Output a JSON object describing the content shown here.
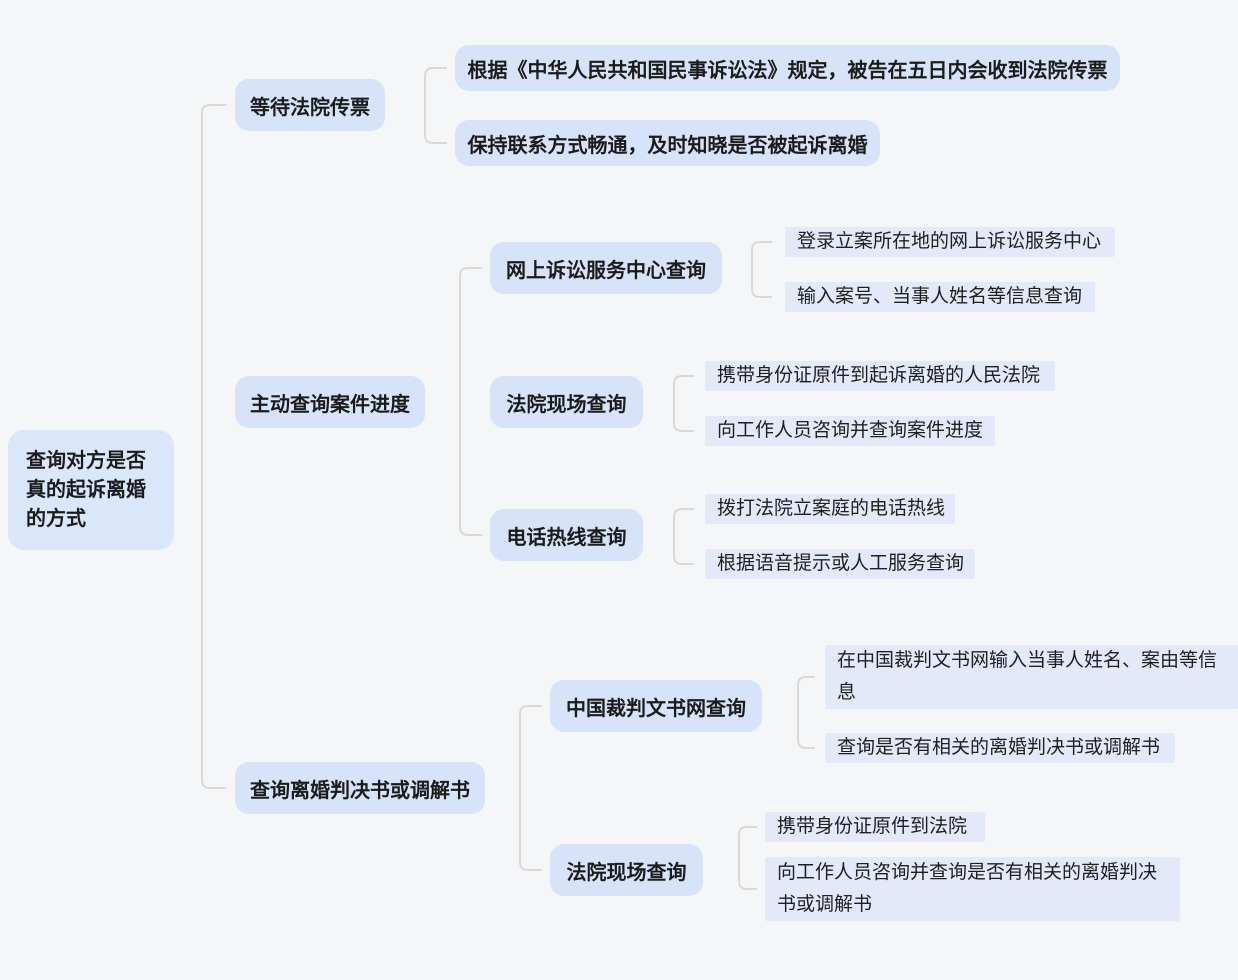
{
  "colors": {
    "canvas_bg": "#f5f6f8",
    "node_fill": "#d6e3f8",
    "root_fill": "#dae6f9",
    "leaf_fill": "#e3e9f9",
    "connector": "#d9d9d9",
    "text": "#1b1b1b"
  },
  "mindmap": {
    "root": {
      "label": "查询对方是否真的起诉离婚的方式"
    },
    "branches": [
      {
        "label": "等待法院传票",
        "children": [
          {
            "label": "根据《中华人民共和国民事诉讼法》规定，被告在五日内会收到法院传票",
            "children": []
          },
          {
            "label": "保持联系方式畅通，及时知晓是否被起诉离婚",
            "children": []
          }
        ]
      },
      {
        "label": "主动查询案件进度",
        "children": [
          {
            "label": "网上诉讼服务中心查询",
            "children": [
              {
                "label": "登录立案所在地的网上诉讼服务中心"
              },
              {
                "label": "输入案号、当事人姓名等信息查询"
              }
            ]
          },
          {
            "label": "法院现场查询",
            "children": [
              {
                "label": "携带身份证原件到起诉离婚的人民法院"
              },
              {
                "label": "向工作人员咨询并查询案件进度"
              }
            ]
          },
          {
            "label": "电话热线查询",
            "children": [
              {
                "label": "拨打法院立案庭的电话热线"
              },
              {
                "label": "根据语音提示或人工服务查询"
              }
            ]
          }
        ]
      },
      {
        "label": "查询离婚判决书或调解书",
        "children": [
          {
            "label": "中国裁判文书网查询",
            "children": [
              {
                "label": "在中国裁判文书网输入当事人姓名、案由等信息"
              },
              {
                "label": "查询是否有相关的离婚判决书或调解书"
              }
            ]
          },
          {
            "label": "法院现场查询",
            "children": [
              {
                "label": "携带身份证原件到法院"
              },
              {
                "label": "向工作人员咨询并查询是否有相关的离婚判决书或调解书"
              }
            ]
          }
        ]
      }
    ]
  }
}
